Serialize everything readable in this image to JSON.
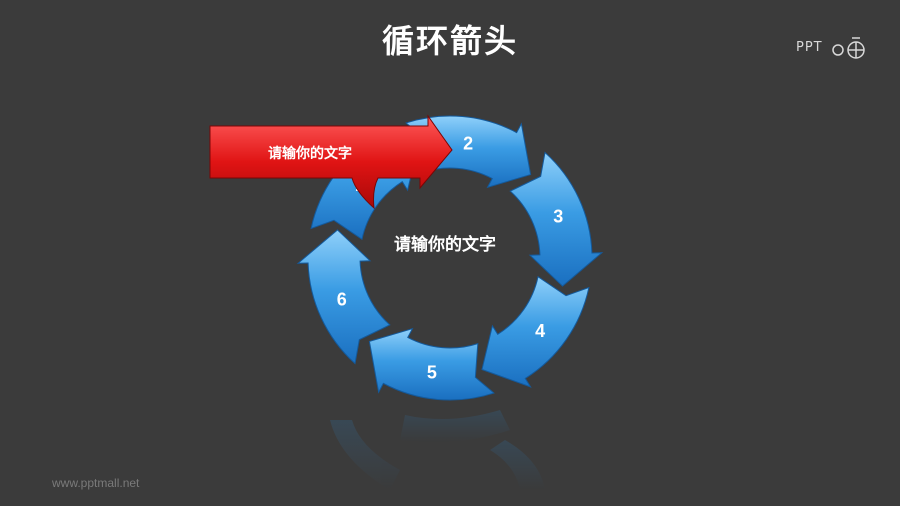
{
  "header": {
    "title": "循环箭头"
  },
  "logo": {
    "text": "PPT",
    "icon": "ppt-o-logo"
  },
  "diagram": {
    "center_label": "请输你的文字",
    "banner_label": "请输你的文字",
    "segments": [
      {
        "number": "1"
      },
      {
        "number": "2"
      },
      {
        "number": "3"
      },
      {
        "number": "4"
      },
      {
        "number": "5"
      },
      {
        "number": "6"
      }
    ],
    "colors": {
      "background": "#3b3b3b",
      "segment": "#2b8fde",
      "segment_light": "#7cc6f7",
      "banner": "#e01b1b"
    }
  },
  "footer": {
    "watermark": "www.pptmall.net"
  }
}
